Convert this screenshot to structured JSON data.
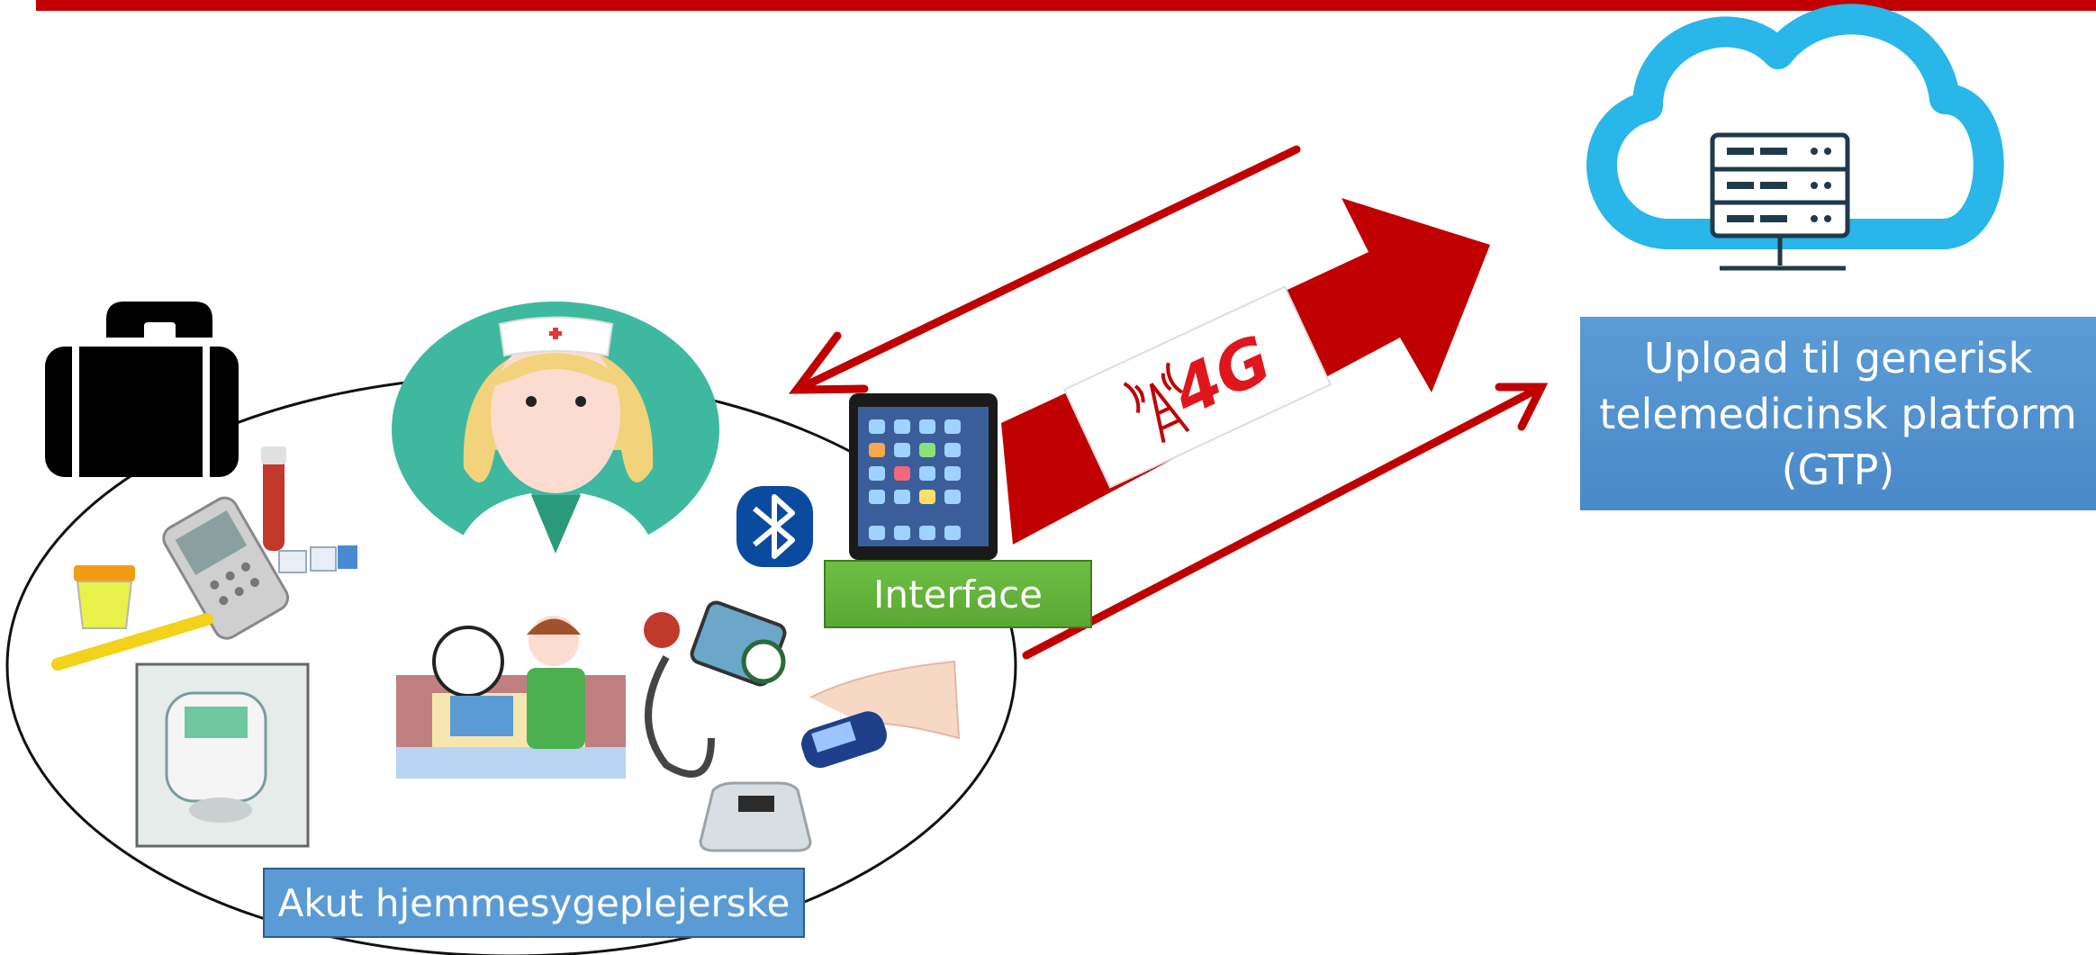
{
  "colors": {
    "top_bar": "#c00000",
    "arrow_red": "#c00000",
    "cloud_blue": "#29b6e8",
    "server_dark": "#1f3a4a",
    "gtp_box": "#5b9bd5",
    "interface_box": "#62b33a",
    "nurse_box": "#5b9bd5",
    "nurse_bg": "#3fb8a0",
    "bluetooth": "#0a4a9f"
  },
  "icons": {
    "cloud": "cloud-server-icon",
    "briefcase": "briefcase-icon",
    "nurse": "nurse-avatar-icon",
    "tablet": "tablet-icon",
    "bluetooth": "bluetooth-icon",
    "tower": "cell-tower-icon"
  },
  "labels": {
    "gtp_lines": [
      "Upload til generisk",
      "telemedicinsk platform",
      "(GTP)"
    ],
    "interface": "Interface",
    "nurse": "Akut hjemmesygeplejerske",
    "network": "4G"
  }
}
